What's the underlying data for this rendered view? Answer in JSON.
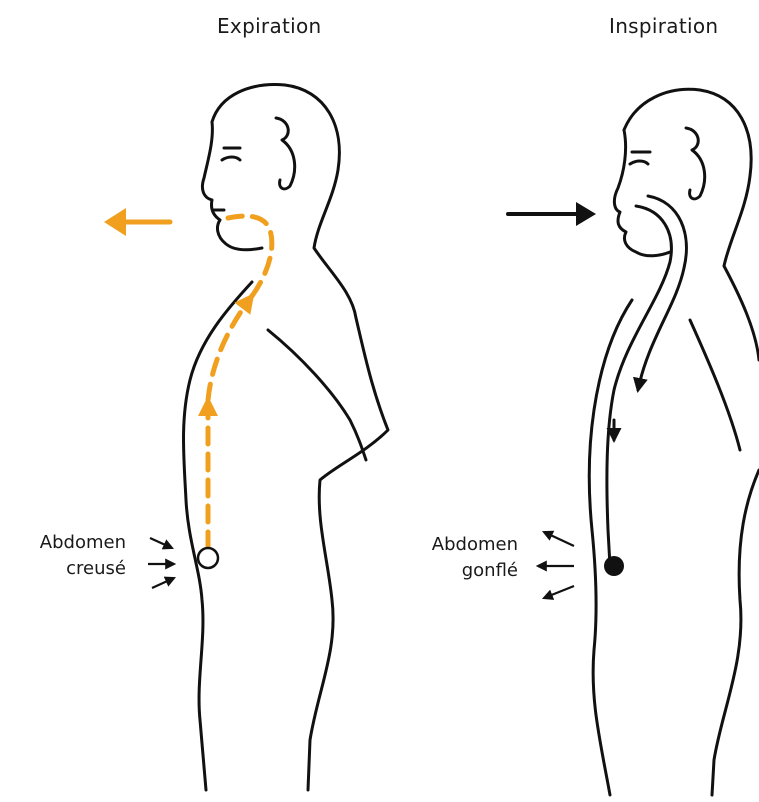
{
  "panels": {
    "left": {
      "title": "Expiration",
      "label_line1": "Abdomen",
      "label_line2": "creusé"
    },
    "right": {
      "title": "Inspiration",
      "label_line1": "Abdomen",
      "label_line2": "gonflé"
    }
  },
  "colors": {
    "exhale": "#f0a01e",
    "inhale": "#111111",
    "outline": "#111111",
    "background": "#ffffff"
  },
  "icons": [
    "exhale-arrow-icon",
    "inhale-arrow-icon",
    "belly-pull-in-arrows-icon",
    "belly-push-out-arrows-icon"
  ]
}
